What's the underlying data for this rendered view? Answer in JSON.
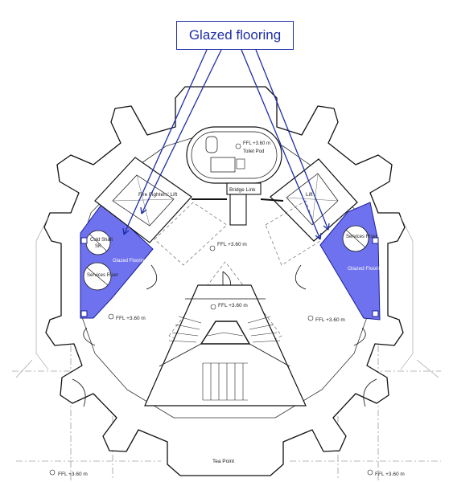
{
  "callout": {
    "text": "Glazed flooring",
    "color": "#1f2ea8"
  },
  "colors": {
    "glazed_fill": "#6f72ee",
    "leader": "#1f2ea8",
    "wall": "#111111"
  },
  "labels": {
    "toilet_pod_level": "FFL +3.60 m",
    "toilet_pod": "Toilet Pod",
    "fire_lift": "Fire Fighters' Lift",
    "bridge_link": "Bridge Link",
    "lift_right": "Lift",
    "cold_shaft": "Cold Shaft",
    "sk": "SK",
    "glazed_flooring_left": "Glazed Flooring",
    "services_riser_left": "Services Riser",
    "services_riser_right": "Services Riser",
    "glazed_flooring_right": "Glazed Flooring",
    "level_center": "FFL +3.60 m",
    "level_stair": "FFL +3.60 m",
    "level_left": "FFL +3.60 m",
    "level_right": "FFL +3.60 m",
    "tea_point": "Tea Point",
    "level_bottom_left": "FFL +3.60 m",
    "level_bottom_right": "FFL +3.60 m"
  }
}
